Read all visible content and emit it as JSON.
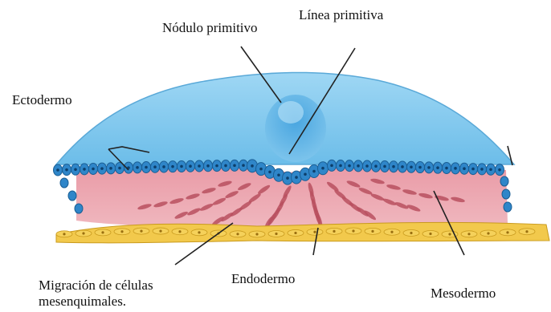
{
  "labels": {
    "nodulo_primitivo": "Nódulo primitivo",
    "linea_primitiva": "Línea primitiva",
    "ectodermo": "Ectodermo",
    "endodermo": "Endodermo",
    "mesodermo": "Mesodermo",
    "migracion_line1": "Migración de células",
    "migracion_line2": "mesenquimales."
  },
  "colors": {
    "amnion_cavity": "#8fd0f0",
    "ectoderm_cells": "#2f86c9",
    "mesoderm": "#e8a3ad",
    "mesenchymal_cells": "#b8505f",
    "endoderm": "#f0c238",
    "leader_lines": "#222222"
  }
}
